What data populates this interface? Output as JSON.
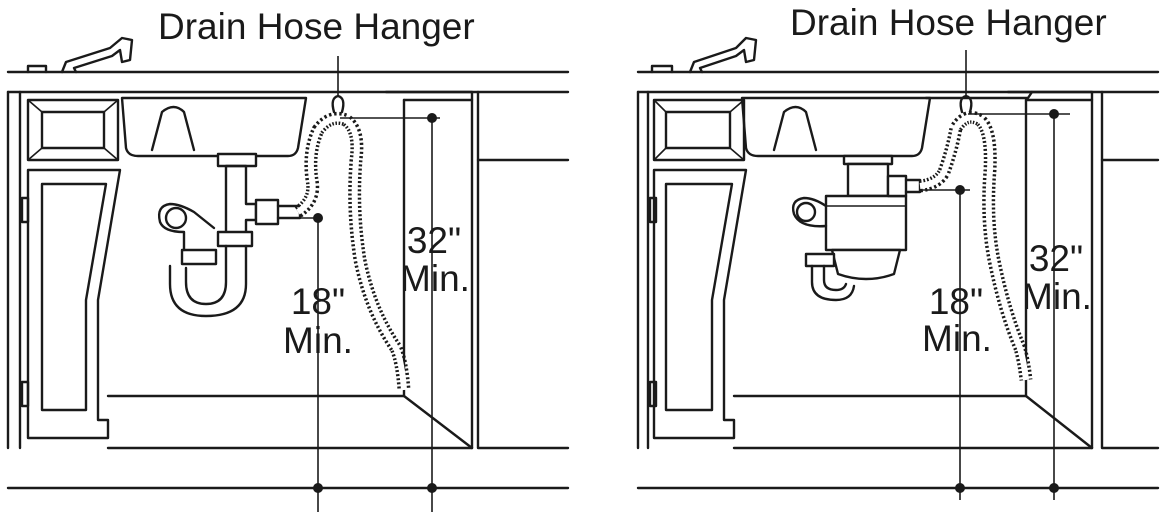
{
  "panels": [
    {
      "hanger_label": "Drain Hose Hanger",
      "short_value": "18\"",
      "short_unit": "Min.",
      "tall_value": "32\"",
      "tall_unit": "Min."
    },
    {
      "hanger_label": "Drain Hose Hanger",
      "short_value": "18\"",
      "short_unit": "Min.",
      "tall_value": "32\"",
      "tall_unit": "Min."
    }
  ]
}
